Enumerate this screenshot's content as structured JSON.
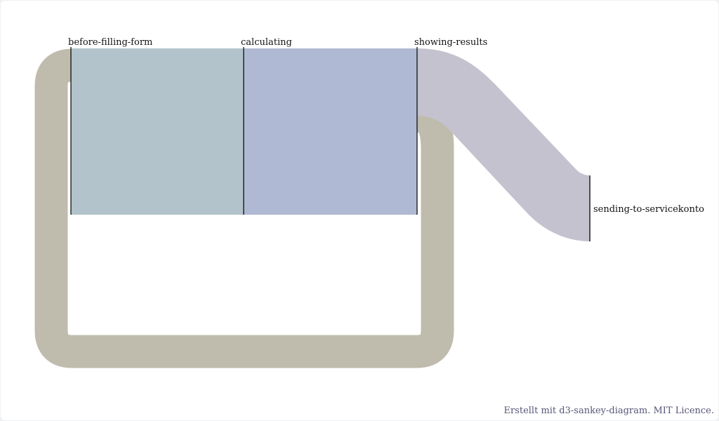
{
  "diagram": {
    "type": "sankey",
    "nodes": [
      {
        "id": "before-filling-form",
        "label": "before-filling-form"
      },
      {
        "id": "calculating",
        "label": "calculating"
      },
      {
        "id": "showing-results",
        "label": "showing-results"
      },
      {
        "id": "sending-to-servicekontor",
        "label": "sending-to-servicekonto"
      }
    ],
    "links": [
      {
        "source": "before-filling-form",
        "target": "calculating",
        "color": "#b2c3cb"
      },
      {
        "source": "calculating",
        "target": "showing-results",
        "color": "#b0b9d3"
      },
      {
        "source": "showing-results",
        "target": "before-filling-form",
        "color": "#bfbcad"
      },
      {
        "source": "showing-results",
        "target": "sending-to-servicekontor",
        "color": "#c5c2cf"
      }
    ]
  },
  "footer": {
    "prefix": "Erstellt mit ",
    "link_text": "d3-sankey-diagram",
    "suffix": ". MIT Licence."
  }
}
